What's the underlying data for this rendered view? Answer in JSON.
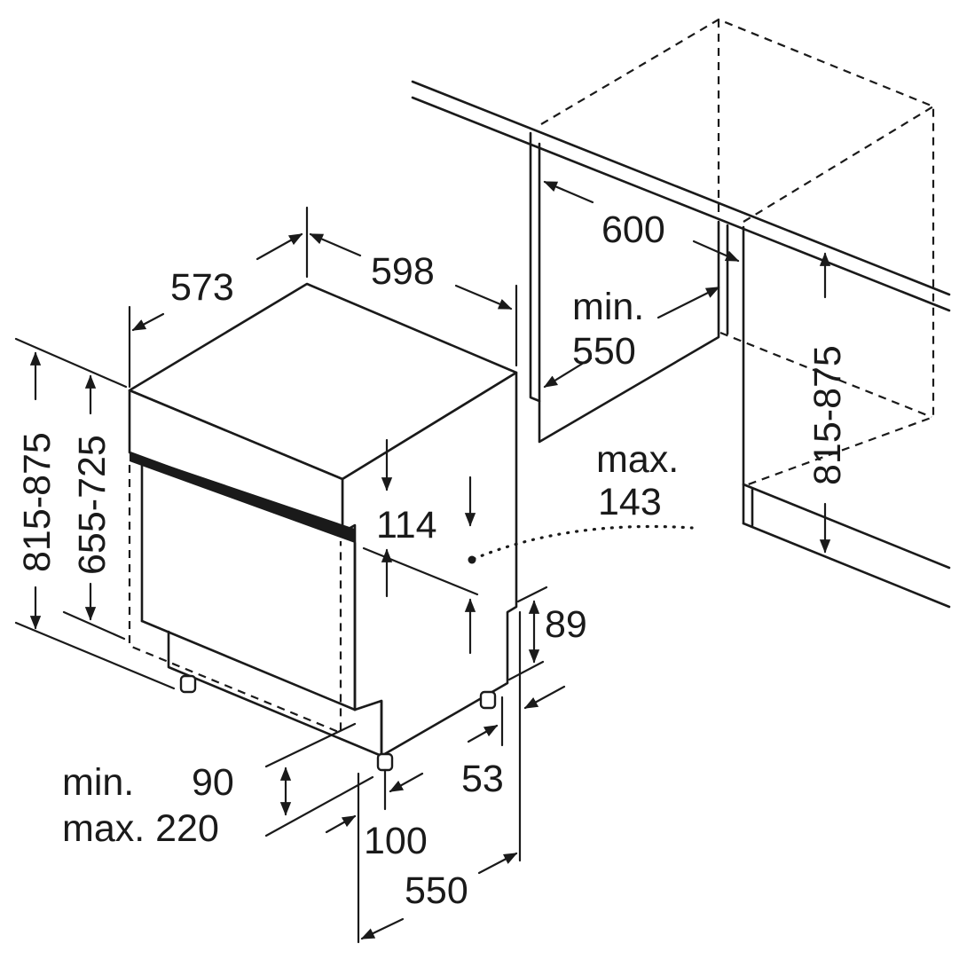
{
  "labels": {
    "cabinet_width": "600",
    "cabinet_depth_min": "min.",
    "cabinet_depth_value": "550",
    "niche_height": "815-875",
    "appliance_depth": "573",
    "appliance_width": "598",
    "total_height": "815-875",
    "door_height": "655-725",
    "panel_height": "114",
    "max_label": "max.",
    "max_value": "143",
    "plinth_height": "89",
    "plinth_min_label": "min.",
    "plinth_min_value": "90",
    "plinth_max_label": "max. 220",
    "plinth_depth": "53",
    "foot_setback": "100",
    "base_depth": "550"
  },
  "colors": {
    "line": "#1a1a1a",
    "background": "#ffffff"
  }
}
